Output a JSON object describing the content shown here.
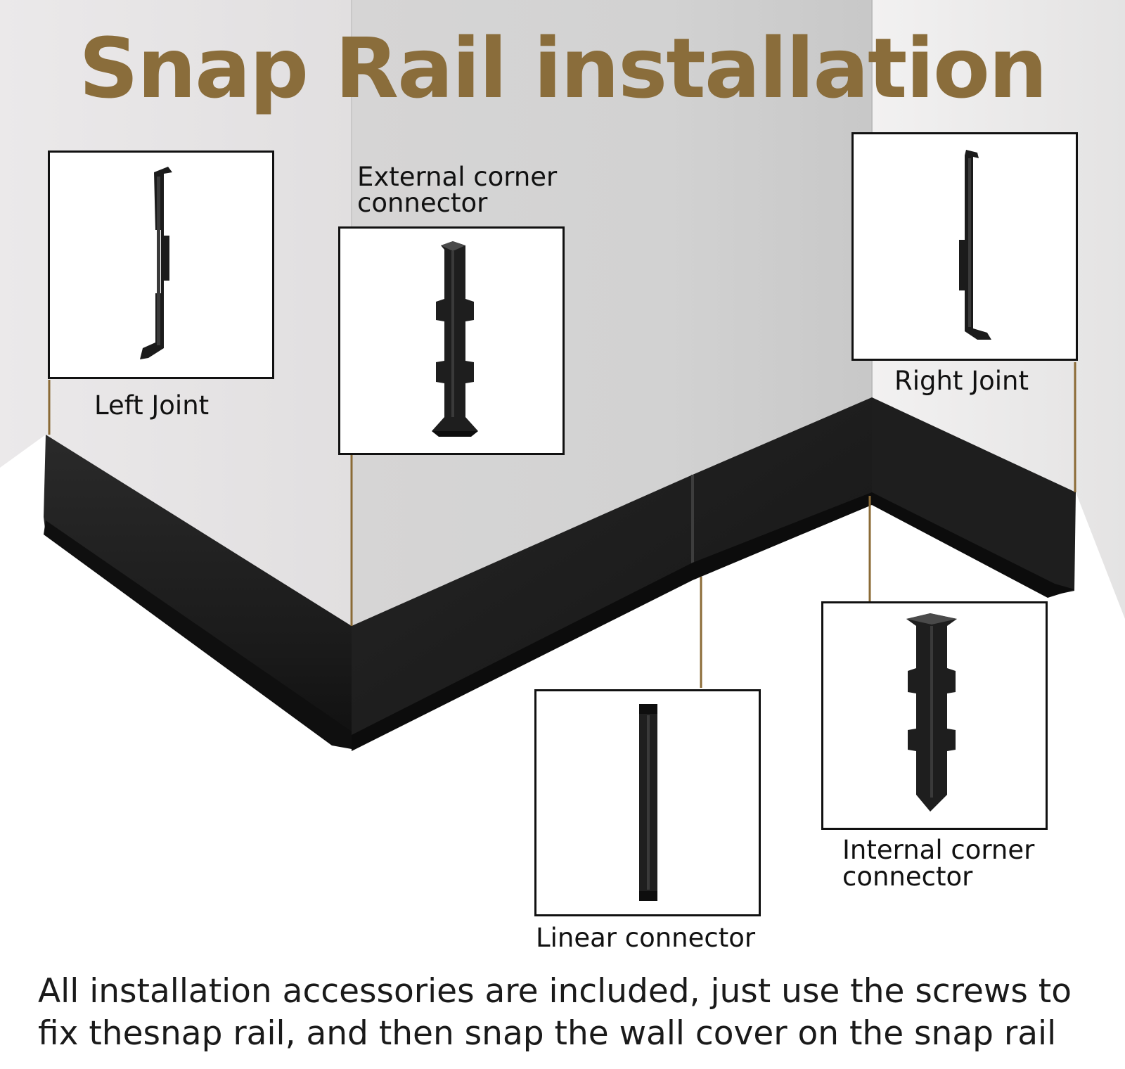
{
  "title": "Snap Rail installation",
  "colors": {
    "title": "#8a6d3b",
    "leader_line": "#8b6b36",
    "rail": "#1c1c1c",
    "wall_left": "#e8e6e7",
    "wall_right": "#d4d3d3"
  },
  "parts": {
    "left_joint": "Left Joint",
    "external_corner_line1": "External corner",
    "external_corner_line2": "connector",
    "right_joint": "Right Joint",
    "linear_connector": "Linear connector",
    "internal_corner_line1": "Internal corner",
    "internal_corner_line2": "connector"
  },
  "caption": {
    "line1": "All installation accessories are included, just use the screws to",
    "line2": "fix thesnap rail, and then snap the wall cover on the snap rail"
  }
}
